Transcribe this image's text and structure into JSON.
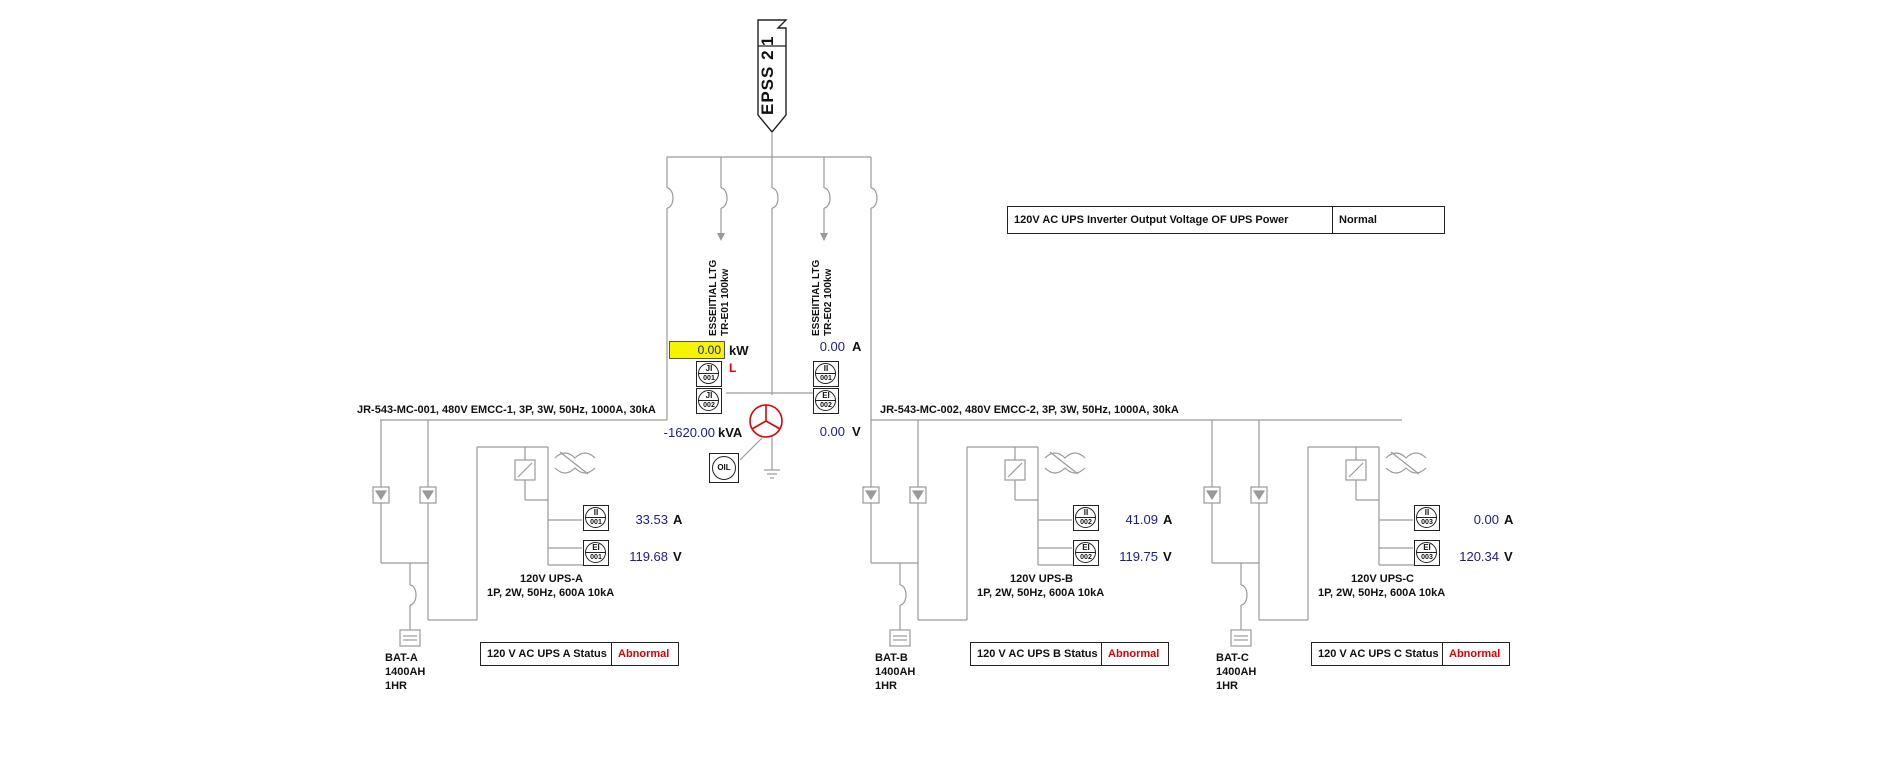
{
  "source": {
    "name": "EPSS",
    "number_a": "2",
    "number_b": "1"
  },
  "feeders": {
    "left": {
      "line1": "ESSEIITIAL LTG",
      "line2": "TR-E01 100kw"
    },
    "right": {
      "line1": "ESSEIITIAL LTG",
      "line2": "TR-E02 100kw"
    }
  },
  "main_readings": {
    "kw_value": "0.00",
    "kw_unit": "kW",
    "local_flag": "L",
    "kva_value": "-1620.00",
    "kva_unit": "kVA",
    "amp_value": "0.00",
    "amp_unit": "A",
    "volt_value": "0.00",
    "volt_unit": "V"
  },
  "main_meters": {
    "ji1": {
      "type": "JI",
      "num": "001"
    },
    "ji2": {
      "type": "JI",
      "num": "002"
    },
    "ii1": {
      "type": "II",
      "num": "001"
    },
    "ei2": {
      "type": "EI",
      "num": "002"
    },
    "oil": "OIL"
  },
  "buses": {
    "left": "JR-543-MC-001, 480V EMCC-1, 3P, 3W, 50Hz, 1000A, 30kA",
    "right": "JR-543-MC-002, 480V EMCC-2, 3P, 3W, 50Hz, 1000A, 30kA"
  },
  "header_status": {
    "label": "120V AC UPS Inverter Output Voltage OF UPS Power",
    "value": "Normal",
    "color": "#000000"
  },
  "ups": [
    {
      "name": "120V UPS-A",
      "spec": "1P, 2W, 50Hz, 600A 10kA",
      "amps": "33.53",
      "amp_unit": "A",
      "volts": "119.68",
      "volt_unit": "V",
      "ii": {
        "type": "II",
        "num": "001"
      },
      "ei": {
        "type": "EI",
        "num": "001"
      },
      "battery": {
        "name": "BAT-A",
        "capacity": "1400AH",
        "duration": "1HR"
      },
      "status_label": "120 V AC UPS A Status",
      "status_value": "Abnormal",
      "status_color": "#e00000"
    },
    {
      "name": "120V UPS-B",
      "spec": "1P, 2W, 50Hz, 600A 10kA",
      "amps": "41.09",
      "amp_unit": "A",
      "volts": "119.75",
      "volt_unit": "V",
      "ii": {
        "type": "II",
        "num": "002"
      },
      "ei": {
        "type": "EI",
        "num": "002"
      },
      "battery": {
        "name": "BAT-B",
        "capacity": "1400AH",
        "duration": "1HR"
      },
      "status_label": "120 V AC UPS B Status",
      "status_value": "Abnormal",
      "status_color": "#e00000"
    },
    {
      "name": "120V UPS-C",
      "spec": "1P, 2W, 50Hz, 600A 10kA",
      "amps": "0.00",
      "amp_unit": "A",
      "volts": "120.34",
      "volt_unit": "V",
      "ii": {
        "type": "II",
        "num": "003"
      },
      "ei": {
        "type": "EI",
        "num": "003"
      },
      "battery": {
        "name": "BAT-C",
        "capacity": "1400AH",
        "duration": "1HR"
      },
      "status_label": "120 V AC UPS C Status",
      "status_value": "Abnormal",
      "status_color": "#e00000"
    }
  ],
  "colors": {
    "line": "#9a9a9a",
    "value_text": "#1a1a9a",
    "alarm": "#e00000",
    "kw_highlight": "#f5f500",
    "transformer": "#e00000"
  }
}
